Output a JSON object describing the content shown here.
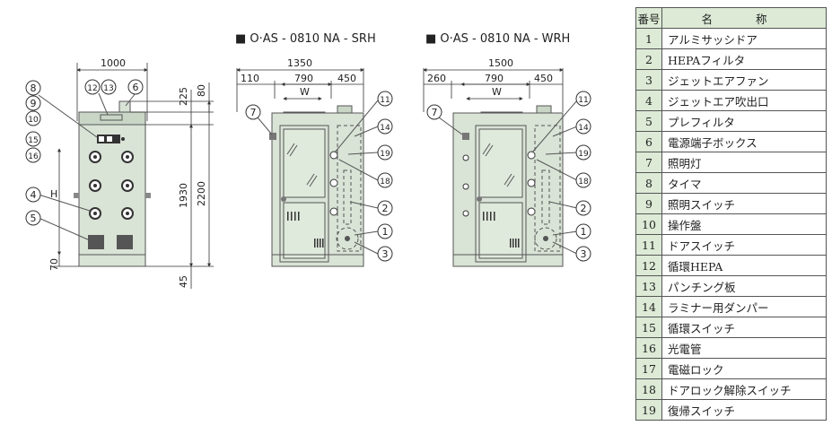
{
  "models": {
    "srh": "■ O·AS - 0810 NA - SRH",
    "wrh": "■ O·AS - 0810 NA - WRH"
  },
  "front_view": {
    "width": "1000",
    "height_total": "2200",
    "height_body": "1930",
    "top_gap": "225",
    "top_box": "80",
    "base_70": "70",
    "base_45": "45",
    "h_label": "H"
  },
  "srh_view": {
    "overall": "1350",
    "left": "110",
    "mid": "790",
    "right": "450",
    "w_label": "W"
  },
  "wrh_view": {
    "overall": "1500",
    "left": "260",
    "mid": "790",
    "right": "450",
    "w_label": "W"
  },
  "callouts": {
    "c1": "1",
    "c2": "2",
    "c3": "3",
    "c4": "4",
    "c5": "5",
    "c6": "6",
    "c7": "7",
    "c8": "8",
    "c9": "9",
    "c10": "10",
    "c11": "11",
    "c12": "12",
    "c13": "13",
    "c14": "14",
    "c15": "15",
    "c16": "16",
    "c18": "18",
    "c19": "19"
  },
  "table": {
    "header_no": "番号",
    "header_name": "名 称",
    "rows": [
      {
        "no": "1",
        "name": "アルミサッシドア"
      },
      {
        "no": "2",
        "name": "HEPAフィルタ"
      },
      {
        "no": "3",
        "name": "ジェットエアファン"
      },
      {
        "no": "4",
        "name": "ジェットエア吹出口"
      },
      {
        "no": "5",
        "name": "プレフィルタ"
      },
      {
        "no": "6",
        "name": "電源端子ボックス"
      },
      {
        "no": "7",
        "name": "照明灯"
      },
      {
        "no": "8",
        "name": "タイマ"
      },
      {
        "no": "9",
        "name": "照明スイッチ"
      },
      {
        "no": "10",
        "name": "操作盤"
      },
      {
        "no": "11",
        "name": "ドアスイッチ"
      },
      {
        "no": "12",
        "name": "循環HEPA"
      },
      {
        "no": "13",
        "name": "パンチング板"
      },
      {
        "no": "14",
        "name": "ラミナー用ダンパー"
      },
      {
        "no": "15",
        "name": "循環スイッチ"
      },
      {
        "no": "16",
        "name": "光電管"
      },
      {
        "no": "17",
        "name": "電磁ロック"
      },
      {
        "no": "18",
        "name": "ドアロック解除スイッチ"
      },
      {
        "no": "19",
        "name": "復帰スイッチ"
      }
    ]
  }
}
